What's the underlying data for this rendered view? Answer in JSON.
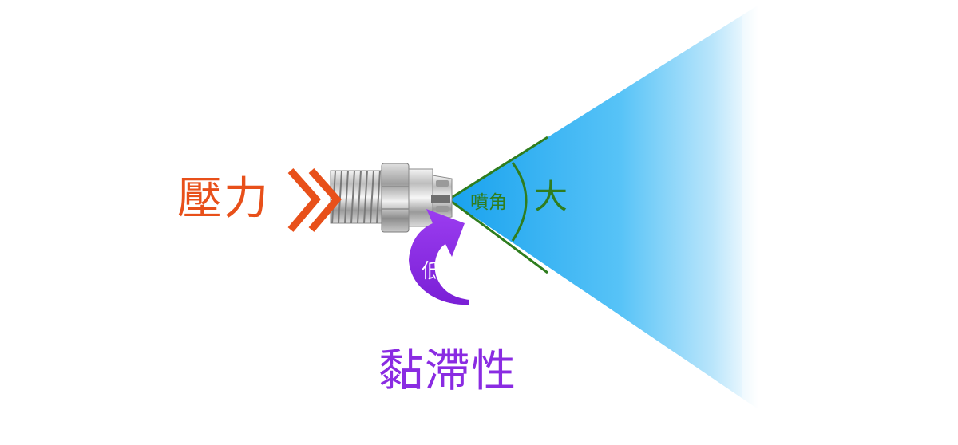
{
  "labels": {
    "pressure": "壓力",
    "spray_angle": "噴角",
    "spray_angle_value": "大",
    "viscosity": "黏滯性",
    "viscosity_value": "低"
  },
  "colors": {
    "pressure": "#e8501a",
    "angle": "#2f7d1e",
    "viscosity": "#8a2be2",
    "spray_start": "#1aa3ef",
    "spray_end": "#ffffff",
    "text_on_arrow": "#ffffff"
  },
  "icons": {
    "pressure_arrow": "double-chevron-right-icon",
    "viscosity_arrow": "curved-up-arrow-icon",
    "nozzle": "spray-nozzle-icon"
  }
}
